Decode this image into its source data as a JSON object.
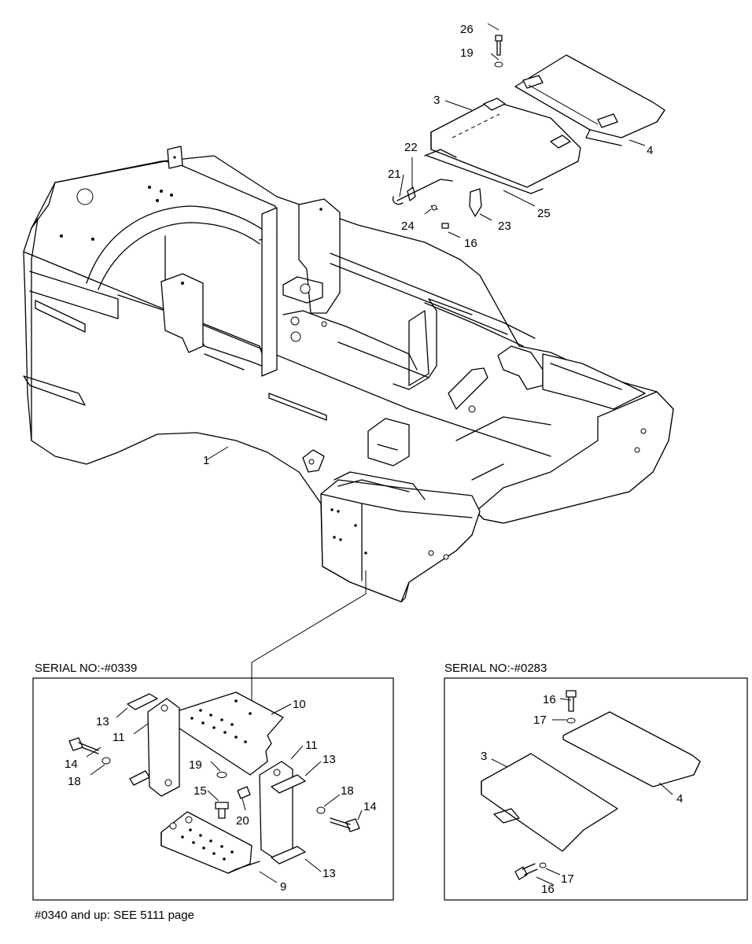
{
  "main_callouts": [
    "26",
    "19",
    "3",
    "4",
    "22",
    "21",
    "25",
    "24",
    "23",
    "16",
    "1"
  ],
  "left_inset": {
    "heading": "SERIAL NO:-#0339",
    "callouts": [
      "10",
      "13",
      "11",
      "14",
      "18",
      "19",
      "11",
      "13",
      "15",
      "20",
      "18",
      "14",
      "9",
      "13"
    ]
  },
  "right_inset": {
    "heading": "SERIAL NO:-#0283",
    "callouts": [
      "16",
      "17",
      "3",
      "4",
      "17",
      "16"
    ]
  },
  "footnote": "#0340 and up: SEE 5111 page"
}
